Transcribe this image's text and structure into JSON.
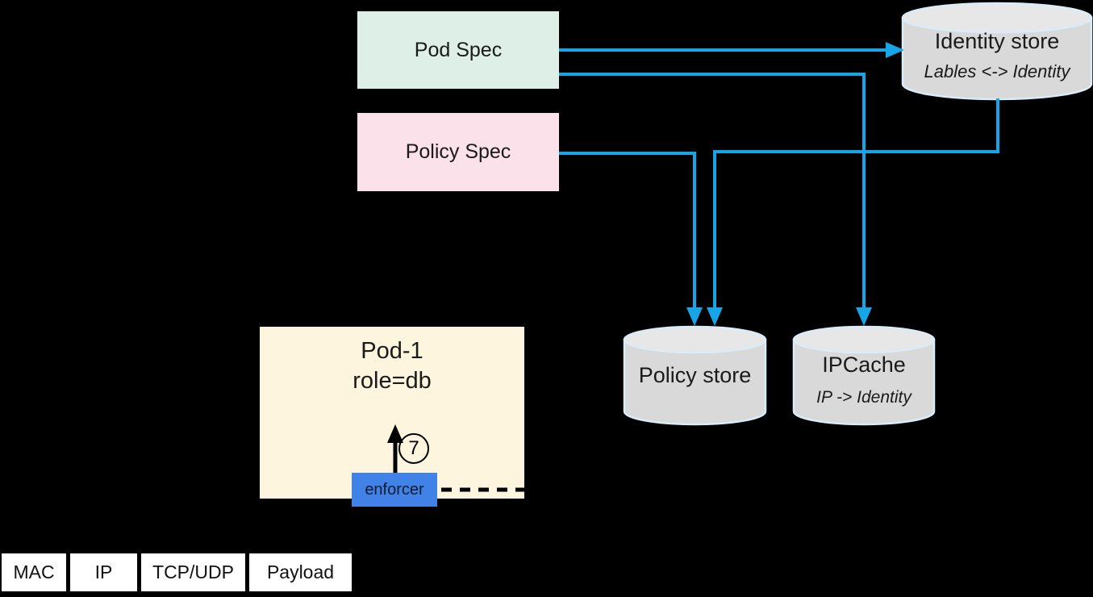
{
  "diagram": {
    "pod_spec": {
      "label": "Pod Spec"
    },
    "policy_spec": {
      "label": "Policy Spec"
    },
    "identity_store": {
      "title": "Identity store",
      "mapping": "Lables <-> Identity"
    },
    "policy_store": {
      "title": "Policy store"
    },
    "ipcache": {
      "title": "IPCache",
      "mapping": "IP -> Identity"
    },
    "pod": {
      "name": "Pod-1",
      "selector": "role=db",
      "enforcer_label": "enforcer",
      "step_number": "7"
    },
    "packet_fields": [
      "MAC",
      "IP",
      "TCP/UDP",
      "Payload"
    ],
    "colors": {
      "background": "#000000",
      "arrow_blue": "#16a6e8",
      "pod_spec_fill": "#ddefe7",
      "policy_spec_fill": "#fae1ea",
      "pod_fill": "#fdf5dd",
      "enforcer_fill": "#4182e6",
      "cylinder_fill": "#d9d9d9",
      "cylinder_stroke": "#d9ecf9",
      "packet_field_fill": "#ffffff"
    }
  }
}
